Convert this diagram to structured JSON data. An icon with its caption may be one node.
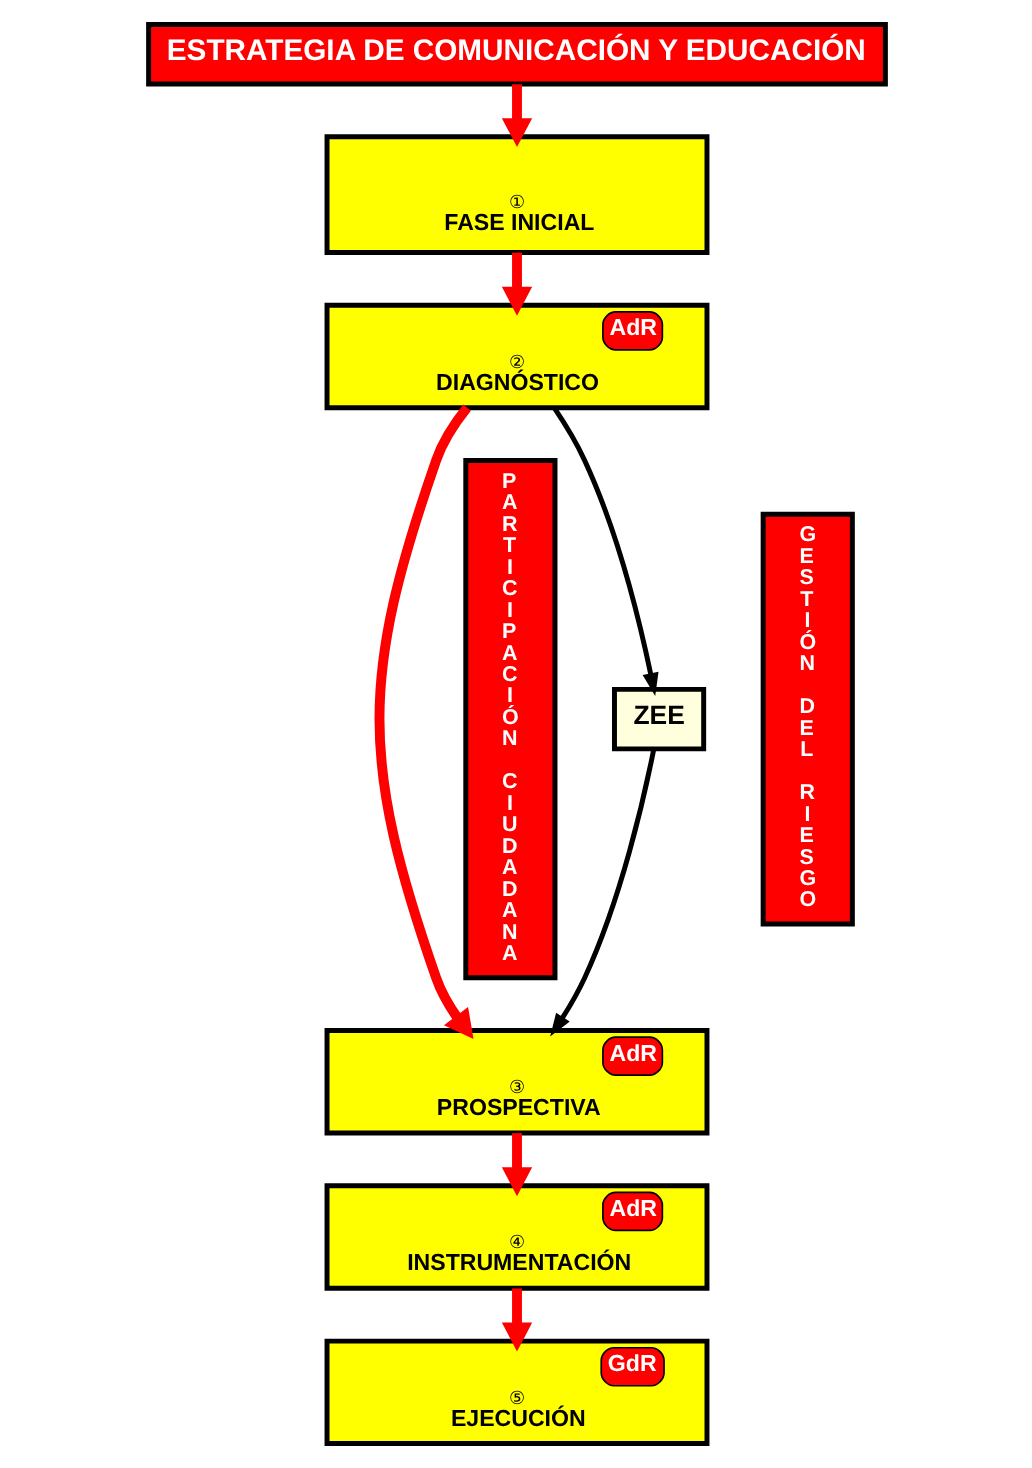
{
  "diagram": {
    "nodes": [
      {
        "text": [
          "ESTRATEGIA DE COMUNICACIÓN Y EDUCACIÓN"
        ]
      },
      {
        "text": [
          "①",
          "FASE INICIAL"
        ]
      },
      {
        "text": [
          "AdR",
          "②",
          "DIAGNÓSTICO"
        ]
      },
      {
        "text": [
          "ZEE"
        ]
      },
      {
        "text": [
          "AdR",
          "③",
          "PROSPECTIVA"
        ]
      },
      {
        "text": [
          "AdR",
          "④",
          "INSTRUMENTACIÓN"
        ]
      },
      {
        "text": [
          "GdR",
          "⑤",
          "EJECUCIÓN"
        ]
      },
      {
        "text": [
          "PARTICIPACIÓN CIUDADANA"
        ]
      },
      {
        "text": [
          "GESTIÓN DEL RIESGO"
        ]
      }
    ],
    "edges": [
      {
        "from": 0,
        "to": 1,
        "arrow": "to"
      },
      {
        "from": 1,
        "to": 2,
        "arrow": "to"
      },
      {
        "from": 2,
        "to": 3,
        "arrow": "to",
        "color": "#000000"
      },
      {
        "from": 3,
        "to": 4,
        "arrow": "to",
        "color": "#000000"
      },
      {
        "from": 2,
        "to": 4,
        "arrow": "to"
      },
      {
        "from": 4,
        "to": 5,
        "arrow": "to"
      },
      {
        "from": 5,
        "to": 6,
        "arrow": "to"
      }
    ]
  }
}
